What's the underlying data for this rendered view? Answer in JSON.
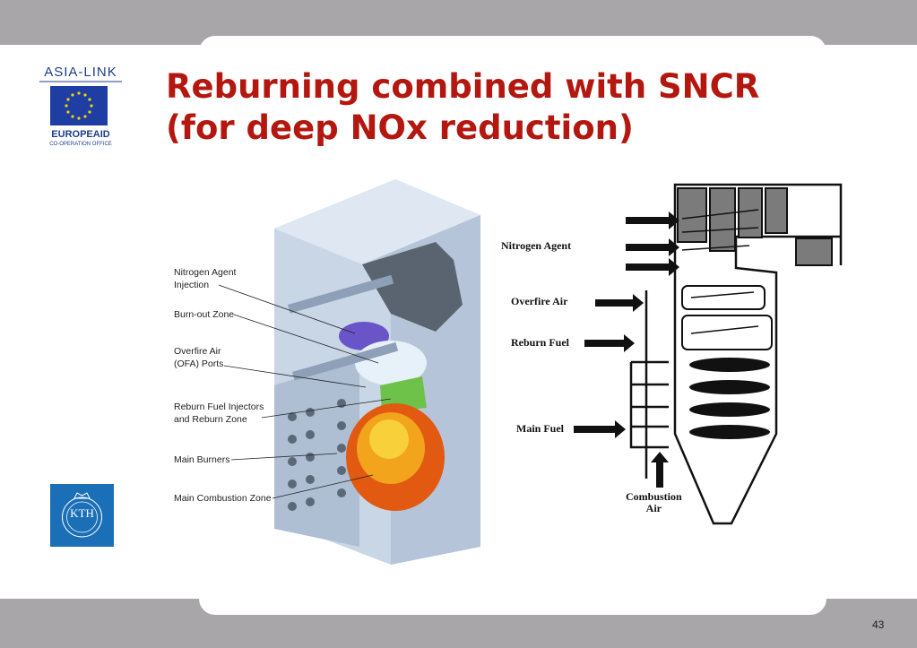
{
  "slide": {
    "title_line1": "Reburning combined with SNCR",
    "title_line2": "(for deep NOx reduction)",
    "page_number": "43"
  },
  "logos": {
    "asia_link": "ASIA-LINK",
    "europeaid": "EUROPEAID",
    "europeaid_sub": "CO-OPERATION OFFICE",
    "kth": "KTH"
  },
  "left_diagram": {
    "labels": [
      {
        "line1": "Nitrogen Agent",
        "line2": "Injection"
      },
      {
        "line1": "Burn-out Zone",
        "line2": ""
      },
      {
        "line1": "Overfire Air",
        "line2": "(OFA) Ports"
      },
      {
        "line1": "Reburn Fuel Injectors",
        "line2": "and Reburn Zone"
      },
      {
        "line1": "Main Burners",
        "line2": ""
      },
      {
        "line1": "Main Combustion Zone",
        "line2": ""
      }
    ]
  },
  "right_diagram": {
    "nitrogen_agent": "Nitrogen Agent",
    "overfire_air": "Overfire Air",
    "reburn_fuel": "Reburn Fuel",
    "main_fuel": "Main Fuel",
    "combustion_air_line1": "Combustion",
    "combustion_air_line2": "Air"
  },
  "colors": {
    "title": "#b3170f",
    "band": "#a8a6a9",
    "kth_blue": "#1a6fb6",
    "eu_blue": "#1f3ea3"
  }
}
